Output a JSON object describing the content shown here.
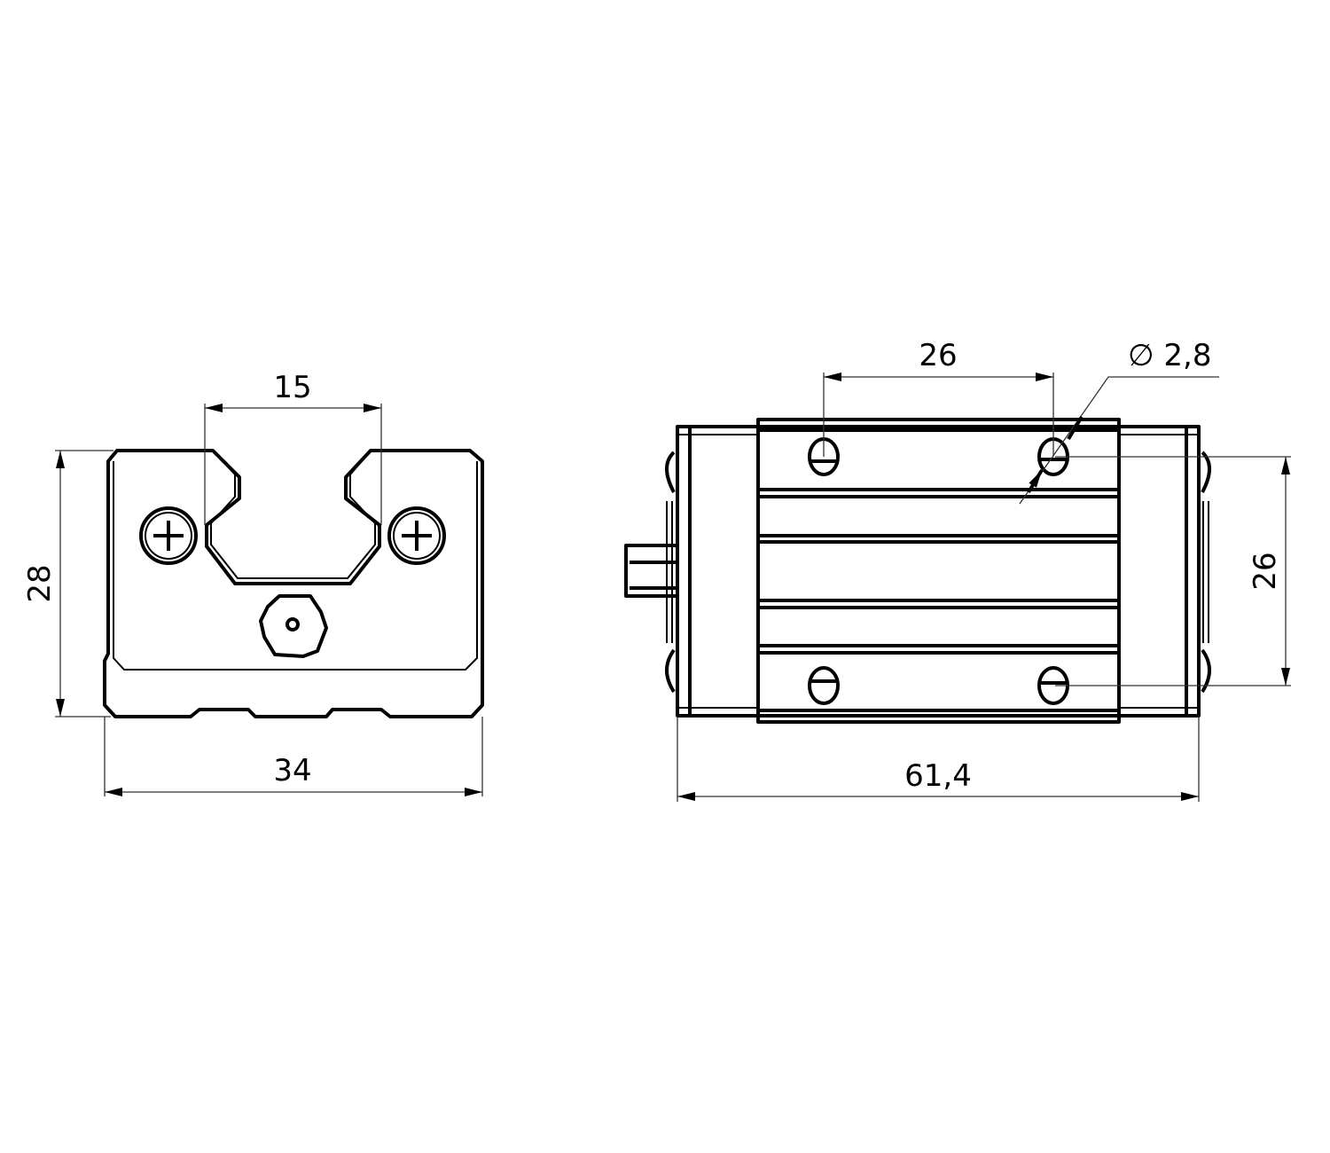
{
  "drawing": {
    "front_view": {
      "dim_slot_width": "15",
      "dim_height": "28",
      "dim_width": "34"
    },
    "side_view": {
      "dim_hole_spacing_x": "26",
      "dim_hole_diameter": "∅ 2,8",
      "dim_hole_spacing_y": "26",
      "dim_length": "61,4"
    }
  }
}
